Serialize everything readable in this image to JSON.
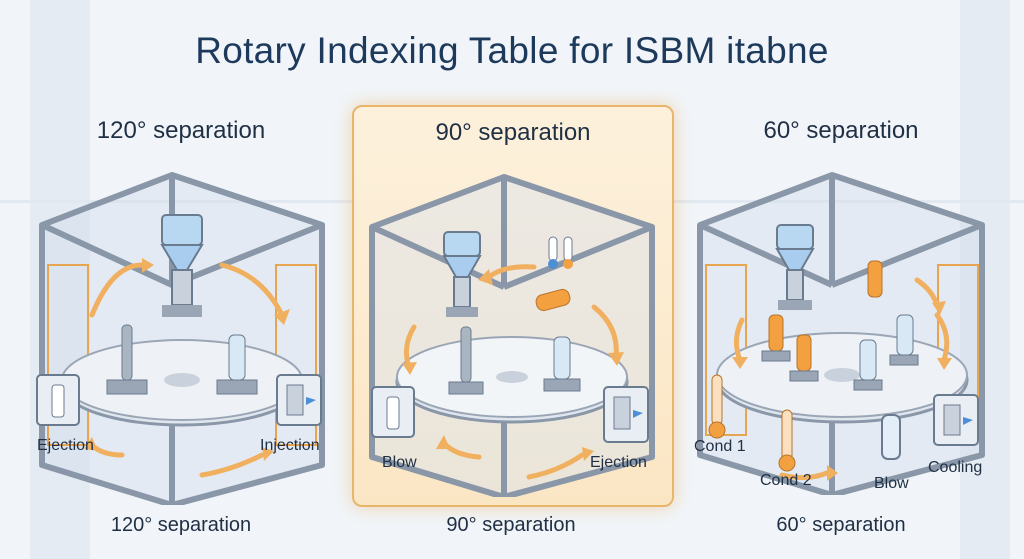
{
  "title": "Rotary Indexing Table  for ISBM itabne",
  "panels": [
    {
      "heading": "120° separation",
      "footer": "120° separation",
      "labels": {
        "left": "Ejection",
        "right": "Injection"
      }
    },
    {
      "heading": "90° separation",
      "footer": "90° separation",
      "labels": {
        "left": "Blow",
        "right": "Ejection"
      }
    },
    {
      "heading": "60° separation",
      "footer": "60° separation",
      "labels": {
        "cond1": "Cond 1",
        "cond2": "Cond 2",
        "blow": "Blow",
        "cooling": "Cooling"
      }
    }
  ],
  "colors": {
    "frame": "#8a97a8",
    "arrow": "#f0b060",
    "highlight": "#fbe6c4",
    "preform_blue": "#4c8fd6",
    "preform_orange": "#f2a040"
  },
  "icons": [
    "hopper-icon",
    "bottle-icon",
    "thermometer-icon",
    "eject-door-icon",
    "rotation-arrow-icon"
  ]
}
